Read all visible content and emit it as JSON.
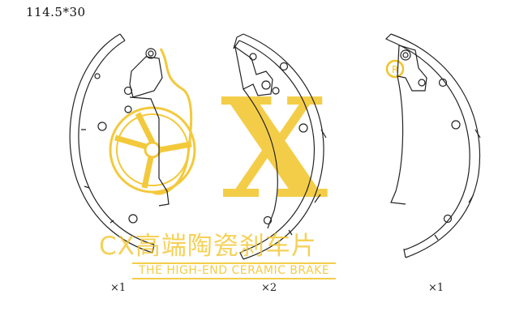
{
  "spec_label": "114.5*30",
  "shoes": [
    {
      "qty_label": "×1"
    },
    {
      "qty_label": "×2"
    },
    {
      "qty_label": "×1"
    }
  ],
  "watermark": {
    "brand_cn": "CX高端陶瓷刹车片",
    "brand_en": "THE HIGH-END CERAMIC BRAKE",
    "logo_letters": "CX",
    "color": "#f2c428"
  },
  "line_color": "#222222"
}
